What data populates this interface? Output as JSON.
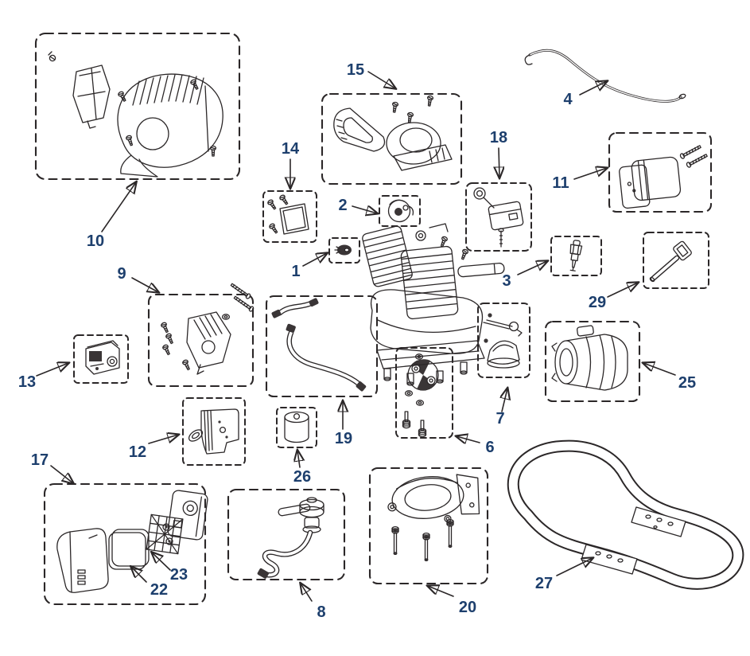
{
  "diagram": {
    "kind": "exploded-parts-diagram",
    "colors": {
      "background": "#ffffff",
      "line_art": "#2b2728",
      "callout_text": "#1d3f6d",
      "arrow": "#231f20",
      "dashed_box": "#2b2728"
    },
    "callouts": {
      "n1": "1",
      "n2": "2",
      "n3": "3",
      "n4": "4",
      "n6": "6",
      "n7": "7",
      "n8": "8",
      "n9": "9",
      "n10": "10",
      "n11": "11",
      "n12": "12",
      "n13": "13",
      "n14": "14",
      "n15": "15",
      "n17": "17",
      "n18": "18",
      "n19": "19",
      "n20": "20",
      "n22": "22",
      "n23": "23",
      "n25": "25",
      "n26": "26",
      "n27": "27",
      "n29": "29"
    }
  }
}
